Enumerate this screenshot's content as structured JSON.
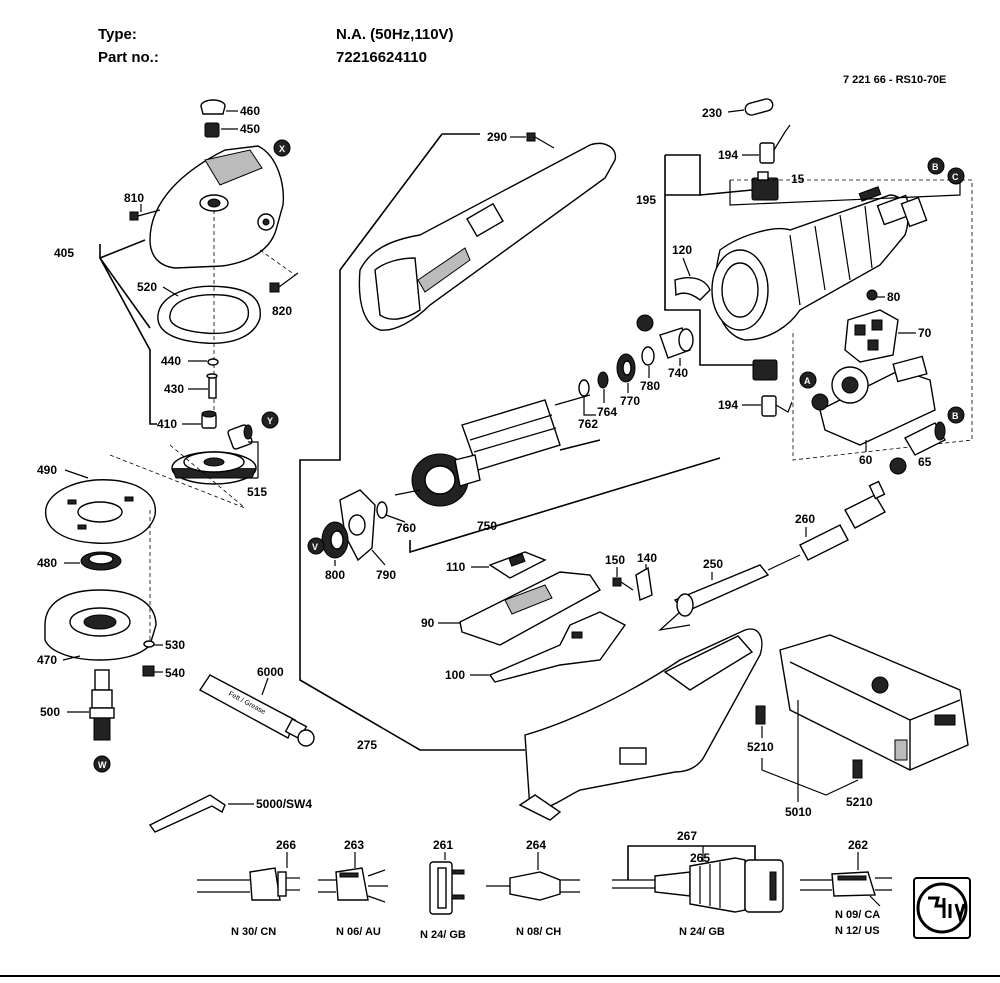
{
  "header": {
    "type_label": "Type:",
    "type_value": "N.A. (50Hz,110V)",
    "part_label": "Part no.:",
    "part_value": "72216624110",
    "model_code": "7 221 66 - RS10-70E"
  },
  "labels": {
    "p460": "460",
    "p450": "450",
    "p810": "810",
    "p405": "405",
    "p520": "520",
    "p820": "820",
    "p440": "440",
    "p430": "430",
    "p410": "410",
    "p515": "515",
    "p490": "490",
    "p480": "480",
    "p470": "470",
    "p530": "530",
    "p540": "540",
    "p500": "500",
    "p6000": "6000",
    "p5000": "5000/SW4",
    "p290": "290",
    "p275": "275",
    "p800": "800",
    "p790": "790",
    "p760": "760",
    "p750": "750",
    "p762": "762",
    "p764": "764",
    "p770": "770",
    "p780": "780",
    "p740": "740",
    "p230": "230",
    "p194a": "194",
    "p195": "195",
    "p15": "15",
    "p120": "120",
    "p80": "80",
    "p70": "70",
    "p194b": "194",
    "p60": "60",
    "p65": "65",
    "p110": "110",
    "p90": "90",
    "p100": "100",
    "p150": "150",
    "p140": "140",
    "p250": "250",
    "p260": "260",
    "p5210a": "5210",
    "p5010": "5010",
    "p5210b": "5210",
    "p266": "266",
    "p263": "263",
    "p261": "261",
    "p264": "264",
    "p267": "267",
    "p265": "265",
    "p262": "262"
  },
  "markers": {
    "X": "X",
    "Y": "Y",
    "W": "W",
    "V": "V",
    "B": "B",
    "C": "C",
    "A": "A"
  },
  "plugs": {
    "cn": "N 30/ CN",
    "au": "N 06/ AU",
    "gb1": "N 24/ GB",
    "ch": "N 08/ CH",
    "gb2": "N 24/ GB",
    "ca": "N 09/ CA",
    "us": "N 12/ US"
  }
}
